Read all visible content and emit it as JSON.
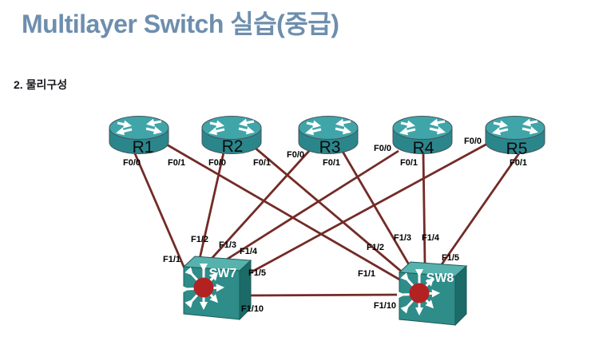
{
  "header": {
    "title": "Multilayer Switch 실습(중급)"
  },
  "section": {
    "heading": "2. 물리구성"
  },
  "colors": {
    "title_text": "#6E8EAE",
    "link_line": "#732B26",
    "router_top": "#3FA5A9",
    "router_body": "#2B868C",
    "switch_front": "#2E8C89",
    "switch_top": "#57B2AE",
    "switch_side": "#1B6B68",
    "switch_hub_red": "#B22222",
    "label_text": "#000000"
  },
  "icons": {
    "router": "cisco-router-cylinder-with-arrows",
    "switch": "cisco-multilayer-switch-box-with-radiating-arrows"
  },
  "diagram": {
    "routers": [
      {
        "name": "R1",
        "interfaces": [
          "F0/0",
          "F0/1"
        ]
      },
      {
        "name": "R2",
        "interfaces": [
          "F0/0",
          "F0/1"
        ]
      },
      {
        "name": "R3",
        "interfaces": [
          "F0/0",
          "F0/1"
        ]
      },
      {
        "name": "R4",
        "interfaces": [
          "F0/0",
          "F0/1"
        ]
      },
      {
        "name": "R5",
        "interfaces": [
          "F0/0",
          "F0/1"
        ]
      }
    ],
    "switches": [
      {
        "name": "SW7",
        "ports": [
          "F1/1",
          "F1/2",
          "F1/3",
          "F1/4",
          "F1/5",
          "F1/10"
        ]
      },
      {
        "name": "SW8",
        "ports": [
          "F1/1",
          "F1/2",
          "F1/3",
          "F1/4",
          "F1/5",
          "F1/10"
        ]
      }
    ],
    "links": [
      {
        "from": "R1 F0/0",
        "to": "SW7 F1/1"
      },
      {
        "from": "R1 F0/1",
        "to": "SW8 F1/1"
      },
      {
        "from": "R2 F0/0",
        "to": "SW7 F1/2"
      },
      {
        "from": "R2 F0/1",
        "to": "SW8 F1/2"
      },
      {
        "from": "R3 F0/0",
        "to": "SW7 F1/3"
      },
      {
        "from": "R3 F0/1",
        "to": "SW8 F1/3"
      },
      {
        "from": "R4 F0/0",
        "to": "SW7 F1/4"
      },
      {
        "from": "R4 F0/1",
        "to": "SW8 F1/4"
      },
      {
        "from": "R5 F0/0",
        "to": "SW7 F1/5"
      },
      {
        "from": "R5 F0/1",
        "to": "SW8 F1/5"
      },
      {
        "from": "SW7 F1/10",
        "to": "SW8 F1/10"
      }
    ]
  }
}
